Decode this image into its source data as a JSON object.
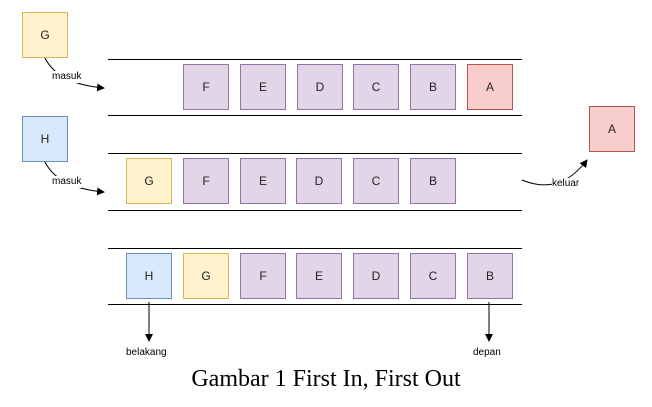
{
  "colors": {
    "yellow_fill": "#fff2cc",
    "yellow_stroke": "#d6b656",
    "blue_fill": "#dae8fc",
    "blue_stroke": "#6c8ebf",
    "purple_fill": "#e1d5e7",
    "purple_stroke": "#9673a6",
    "red_fill": "#f8cecc",
    "red_stroke": "#b85450"
  },
  "incoming": {
    "first": "G",
    "second": "H"
  },
  "removed": "A",
  "queue1": [
    "F",
    "E",
    "D",
    "C",
    "B",
    "A"
  ],
  "queue2": [
    "G",
    "F",
    "E",
    "D",
    "C",
    "B"
  ],
  "queue3": [
    "H",
    "G",
    "F",
    "E",
    "D",
    "C",
    "B"
  ],
  "labels": {
    "masuk": "masuk",
    "keluar": "keluar",
    "belakang": "belakang",
    "depan": "depan"
  },
  "caption": "Gambar 1 First In, First Out"
}
